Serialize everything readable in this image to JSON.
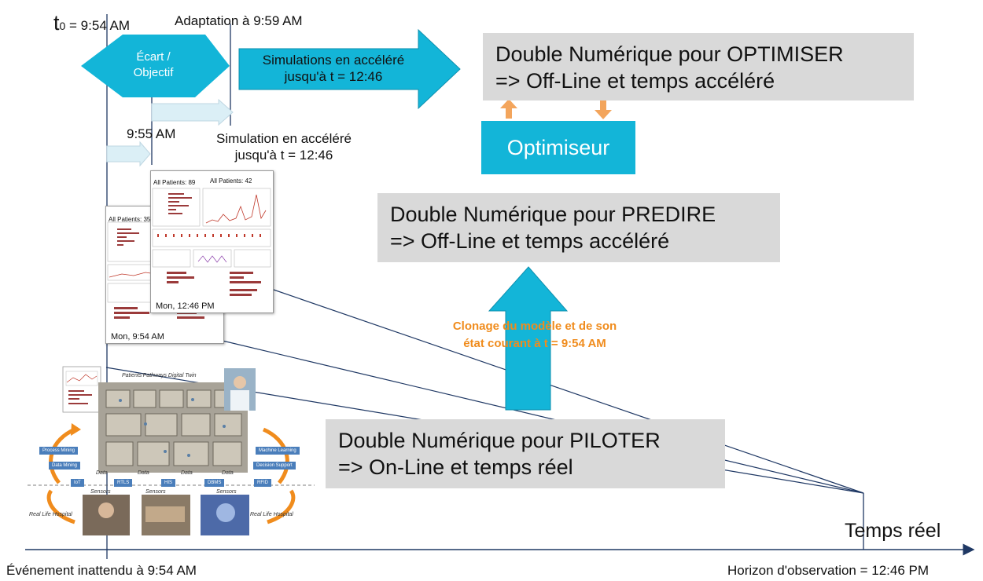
{
  "header": {
    "t0_t": "t",
    "t0_sub": "0",
    "t0_rest": " = 9:54 AM",
    "adaptation": "Adaptation à 9:59 AM"
  },
  "diamond": {
    "line1": "Écart /",
    "line2": "Objectif"
  },
  "sim_accel_arrow": {
    "line1": "Simulations en accéléré",
    "line2": "jusqu'à t = 12:46"
  },
  "small_sim": {
    "time": "9:55 AM",
    "line1": "Simulation en accéléré",
    "line2": "jusqu'à t = 12:46"
  },
  "boxes": {
    "optimiser": {
      "line1": "Double Numérique pour OPTIMISER",
      "line2": "=> Off-Line et temps accéléré"
    },
    "predire": {
      "line1": "Double Numérique pour PREDIRE",
      "line2": "=> Off-Line et temps accéléré"
    },
    "piloter": {
      "line1": "Double Numérique pour PILOTER",
      "line2": "=> On-Line et temps réel"
    }
  },
  "optimiseur": "Optimiseur",
  "clonage": {
    "line1": "Clonage du modèle et de son",
    "line2": "état courant à t = 9:54 AM"
  },
  "screens": {
    "back": {
      "header": "All Patients: 35",
      "caption": "Mon, 9:54 AM"
    },
    "front": {
      "header": "All Patients: 89",
      "header2": "All Patients: 42",
      "caption": "Mon, 12:46 PM"
    }
  },
  "hospital": {
    "title": "Patients'Pathways Digital Twin",
    "process_mining": "Process Mining",
    "data_mining": "Data Mining",
    "machine_learning": "Machine Learning",
    "decision_support": "Decision Support",
    "real_life_left": "Real Life Hospital",
    "real_life_right": "Real Life Hospital",
    "data_labels": [
      "Data",
      "Data",
      "Data",
      "Data"
    ],
    "sensors_labels": [
      "Sensors",
      "Sensors",
      "Sensors"
    ],
    "sensor_tags": [
      "IoT",
      "RTLS",
      "HIS",
      "DBMS",
      "RFID"
    ]
  },
  "axis": {
    "label": "Temps réel",
    "left_event": "Événement inattendu à 9:54 AM",
    "right_horizon": "Horizon d'observation = 12:46 PM"
  },
  "colors": {
    "cyan": "#13b5d8",
    "orange": "#f08c1d",
    "box_gray": "#d9d9d9",
    "axis": "#1f3864"
  }
}
